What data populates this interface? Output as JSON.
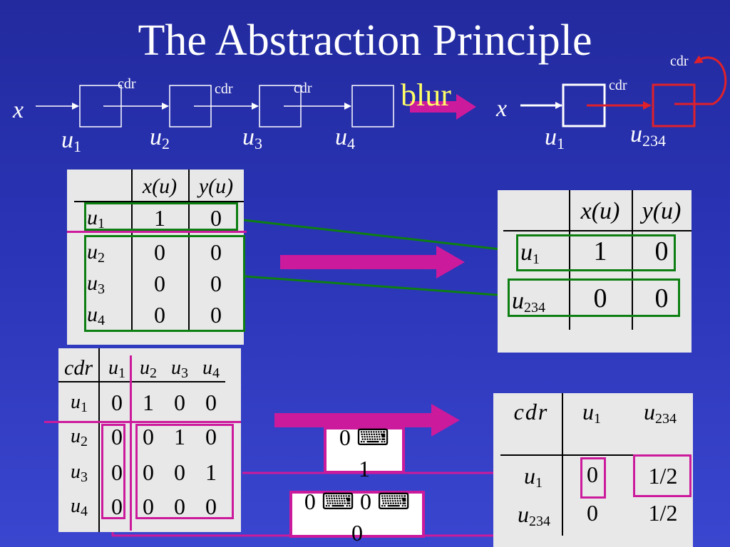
{
  "title": "The Abstraction Principle",
  "top_left": {
    "x_label": "x",
    "nodes": [
      {
        "base": "u",
        "sub": "1"
      },
      {
        "base": "u",
        "sub": "2"
      },
      {
        "base": "u",
        "sub": "3"
      },
      {
        "base": "u",
        "sub": "4"
      }
    ],
    "edge_labels": [
      "cdr",
      "cdr",
      "cdr"
    ]
  },
  "blur_label": "blur",
  "top_right": {
    "x_label": "x",
    "nodes": [
      {
        "base": "u",
        "sub": "1"
      },
      {
        "base": "u",
        "sub": "234"
      }
    ],
    "edge_labels": [
      "cdr",
      "cdr"
    ]
  },
  "xy_table_left": {
    "headers": [
      {
        "base": "x",
        "arg": "u"
      },
      {
        "base": "y",
        "arg": "u"
      }
    ],
    "rows": [
      {
        "base": "u",
        "sub": "1",
        "x": "1",
        "y": "0"
      },
      {
        "base": "u",
        "sub": "2",
        "x": "0",
        "y": "0"
      },
      {
        "base": "u",
        "sub": "3",
        "x": "0",
        "y": "0"
      },
      {
        "base": "u",
        "sub": "4",
        "x": "0",
        "y": "0"
      }
    ]
  },
  "xy_table_right": {
    "headers": [
      {
        "base": "x",
        "arg": "u"
      },
      {
        "base": "y",
        "arg": "u"
      }
    ],
    "rows": [
      {
        "base": "u",
        "sub": "1",
        "x": "1",
        "y": "0"
      },
      {
        "base": "u",
        "sub": "234",
        "x": "0",
        "y": "0"
      }
    ]
  },
  "cdr_table_left": {
    "corner": "cdr",
    "col_headers": [
      {
        "base": "u",
        "sub": "1"
      },
      {
        "base": "u",
        "sub": "2"
      },
      {
        "base": "u",
        "sub": "3"
      },
      {
        "base": "u",
        "sub": "4"
      }
    ],
    "rows": [
      {
        "base": "u",
        "sub": "1",
        "values": [
          "0",
          "1",
          "0",
          "0"
        ]
      },
      {
        "base": "u",
        "sub": "2",
        "values": [
          "0",
          "0",
          "1",
          "0"
        ]
      },
      {
        "base": "u",
        "sub": "3",
        "values": [
          "0",
          "0",
          "0",
          "1"
        ]
      },
      {
        "base": "u",
        "sub": "4",
        "values": [
          "0",
          "0",
          "0",
          "0"
        ]
      }
    ]
  },
  "cdr_table_right": {
    "corner": "cdr",
    "col_headers": [
      {
        "base": "u",
        "sub": "1"
      },
      {
        "base": "u",
        "sub": "234"
      }
    ],
    "rows": [
      {
        "base": "u",
        "sub": "1",
        "values": [
          "0",
          "1/2"
        ]
      },
      {
        "base": "u",
        "sub": "234",
        "values": [
          "0",
          "1/2"
        ]
      }
    ]
  },
  "formula_box_1": {
    "line1": "0 ⌨",
    "line2": "1"
  },
  "formula_box_2": {
    "line1": "0 ⌨ 0 ⌨",
    "line2": "0"
  },
  "colors": {
    "background": "#2a34b6",
    "green": "#0d7f12",
    "magenta": "#cc1a9c",
    "red": "#e0202a",
    "yellow": "#ffff66"
  }
}
